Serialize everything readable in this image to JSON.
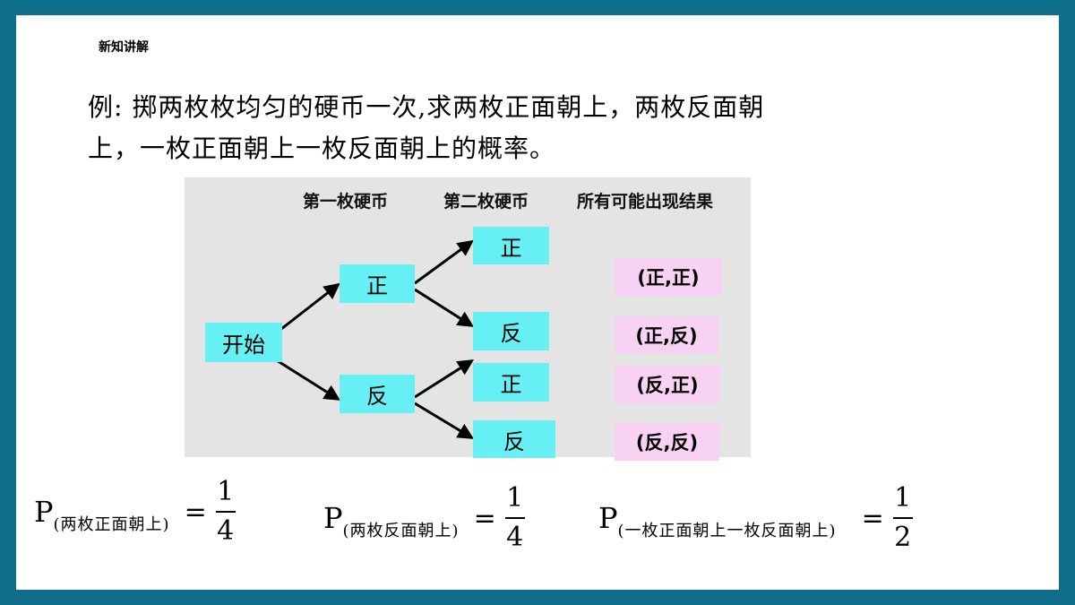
{
  "section_label": "新知讲解",
  "problem": {
    "line1": "例: 掷两枚枚均匀的硬币一次,求两枚正面朝上，两枚反面朝",
    "line2": "上，一枚正面朝上一枚反面朝上的概率。"
  },
  "tree": {
    "headers": [
      "第一枚硬币",
      "第二枚硬币",
      "所有可能出现结果"
    ],
    "start": "开始",
    "first": [
      "正",
      "反"
    ],
    "second": [
      "正",
      "反",
      "正",
      "反"
    ],
    "results": [
      "(正,正)",
      "(正,反)",
      "(反,正)",
      "(反,反)"
    ],
    "colors": {
      "node": "#66f0f4",
      "result": "#f7d2f3",
      "panel": "#e4e4e4"
    }
  },
  "formulas": [
    {
      "p": "P",
      "sub": "(两枚正面朝上)",
      "eq": "=",
      "num": "1",
      "den": "4"
    },
    {
      "p": "P",
      "sub": "(两枚反面朝上)",
      "eq": "=",
      "num": "1",
      "den": "4"
    },
    {
      "p": "P",
      "sub": "(一枚正面朝上一枚反面朝上)",
      "eq": "=",
      "num": "1",
      "den": "2"
    }
  ],
  "colors": {
    "frame": "#0e6e8c",
    "background": "#ffffff"
  }
}
